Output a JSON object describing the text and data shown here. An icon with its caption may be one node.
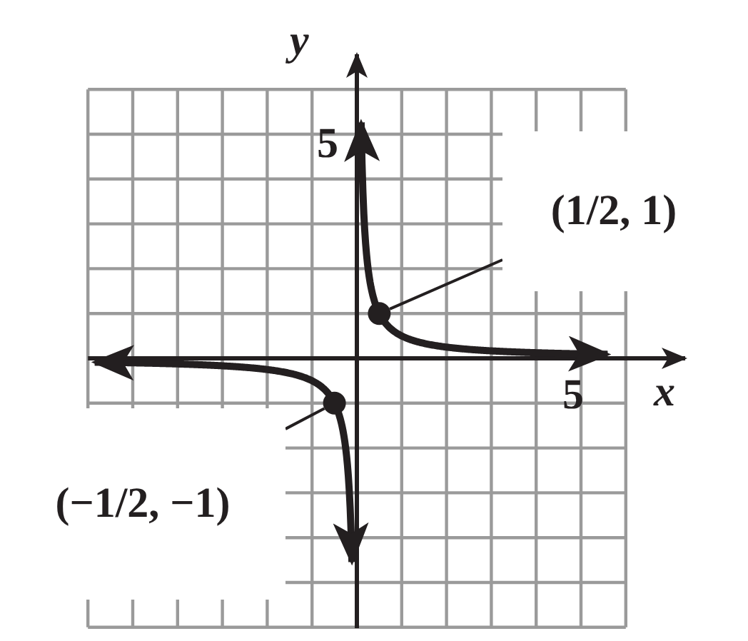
{
  "diagram": {
    "nodes": [
      {
        "text": [
          "(1/2, 1)"
        ]
      },
      {
        "text": [],
        "shape": "circle"
      },
      {
        "text": [
          "(−1/2, −1)"
        ]
      },
      {
        "text": [],
        "shape": "circle"
      }
    ],
    "edges": [
      {
        "from": 0,
        "to": 1,
        "arrow": "none"
      },
      {
        "from": 2,
        "to": 3,
        "arrow": "none"
      }
    ],
    "labels": [
      "y",
      "5",
      "5",
      "x"
    ]
  }
}
